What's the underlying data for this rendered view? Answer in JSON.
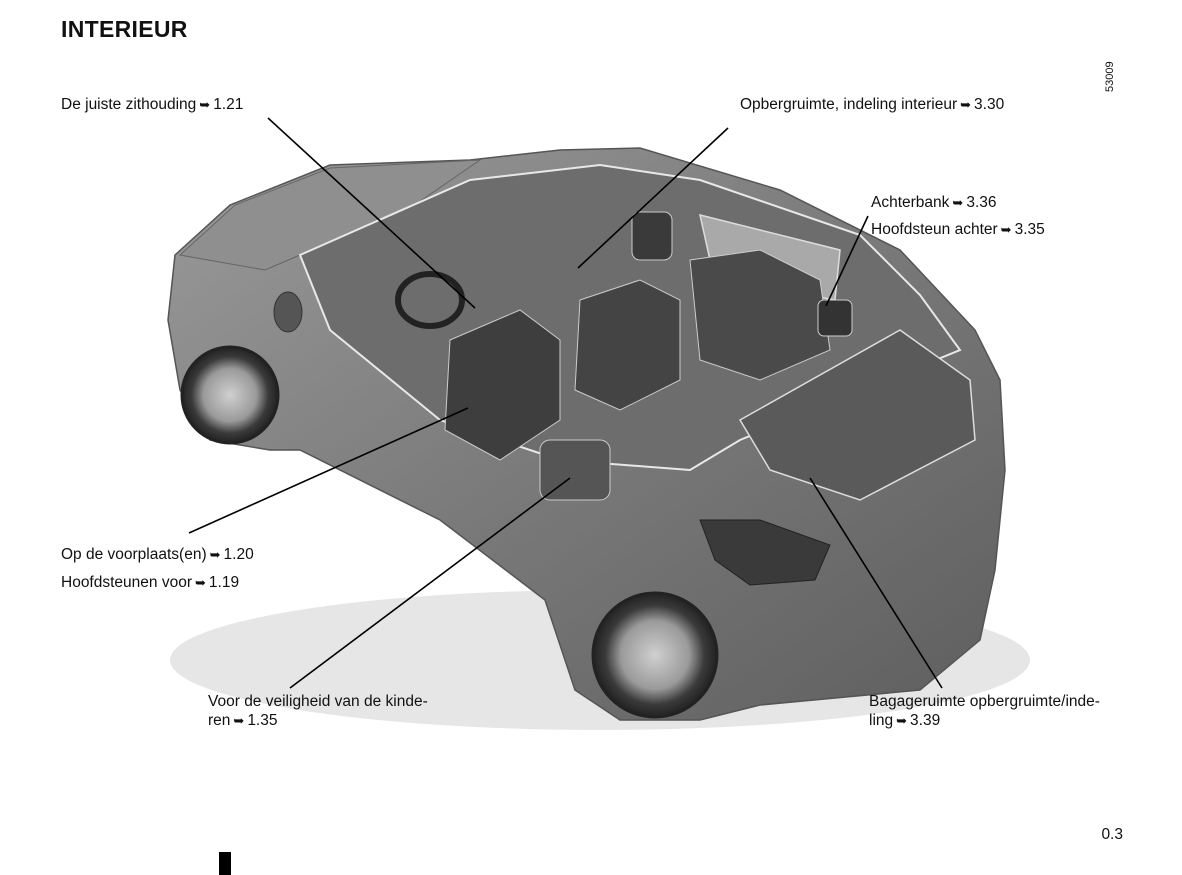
{
  "title": "INTERIEUR",
  "ref_code": "53009",
  "page_number": "0.3",
  "arrow_glyph": "➥",
  "callouts": {
    "zithouding": {
      "text": "De juiste zithouding",
      "ref": "1.21"
    },
    "opbergruimte": {
      "text": "Opbergruimte, indeling interieur",
      "ref": "3.30"
    },
    "achterbank": {
      "text": "Achterbank",
      "ref": "3.36"
    },
    "hoofdsteun_achter": {
      "text": "Hoofdsteun achter",
      "ref": "3.35"
    },
    "voorplaats": {
      "text": "Op de voorplaats(en)",
      "ref": "1.20"
    },
    "hoofdsteunen_voor": {
      "text": "Hoofdsteunen voor",
      "ref": "1.19"
    },
    "kinderen": {
      "line1": "Voor de veiligheid van de kinde-",
      "line2": "ren",
      "ref": "1.35"
    },
    "bagageruimte": {
      "line1": "Bagageruimte opbergruimte/inde-",
      "line2": "ling",
      "ref": "3.39"
    }
  }
}
